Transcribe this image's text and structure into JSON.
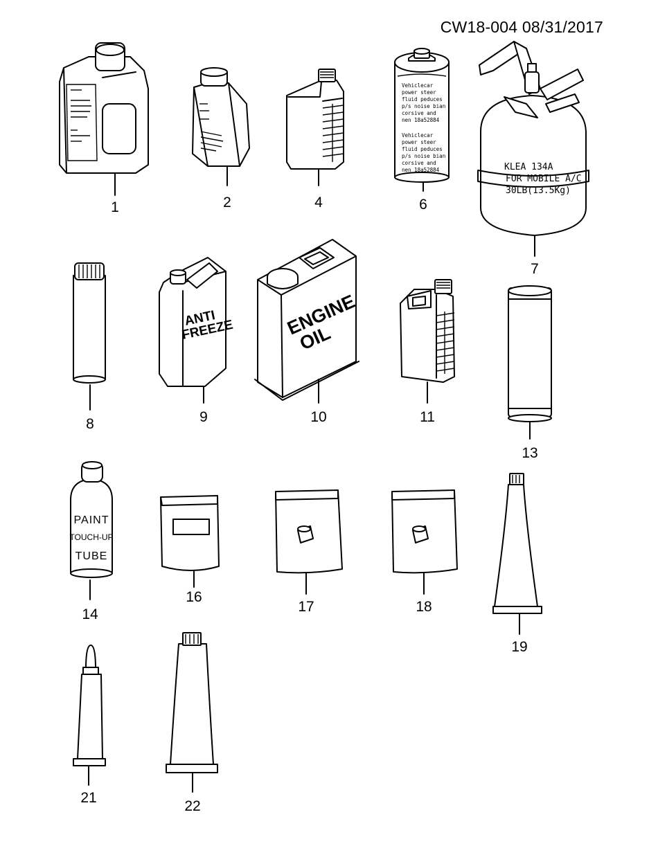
{
  "header": {
    "code": "CW18-004  08/31/2017"
  },
  "parts": [
    {
      "callout": "1"
    },
    {
      "callout": "2"
    },
    {
      "callout": "4"
    },
    {
      "callout": "6"
    },
    {
      "callout": "7"
    },
    {
      "callout": "8"
    },
    {
      "callout": "9"
    },
    {
      "callout": "10"
    },
    {
      "callout": "11"
    },
    {
      "callout": "13"
    },
    {
      "callout": "14"
    },
    {
      "callout": "16"
    },
    {
      "callout": "17"
    },
    {
      "callout": "18"
    },
    {
      "callout": "19"
    },
    {
      "callout": "21"
    },
    {
      "callout": "22"
    }
  ],
  "labels": {
    "can6_lines": [
      "Vehiclecar",
      "power steer",
      "fluid peduces",
      "p/s noise bian",
      "corsive and",
      "nen 18a52884"
    ],
    "tank7_lines": [
      "KLEA    134A",
      "FOR MOBILE A/C",
      "30LB(13.5Kg)"
    ],
    "jug9_line1": "ANTI",
    "jug9_line2": "FREEZE",
    "can10_line1": "ENGINE",
    "can10_line2": "OIL",
    "bottle14_line1": "PAINT",
    "bottle14_line2": "TOUCH-UP",
    "bottle14_line3": "TUBE"
  }
}
